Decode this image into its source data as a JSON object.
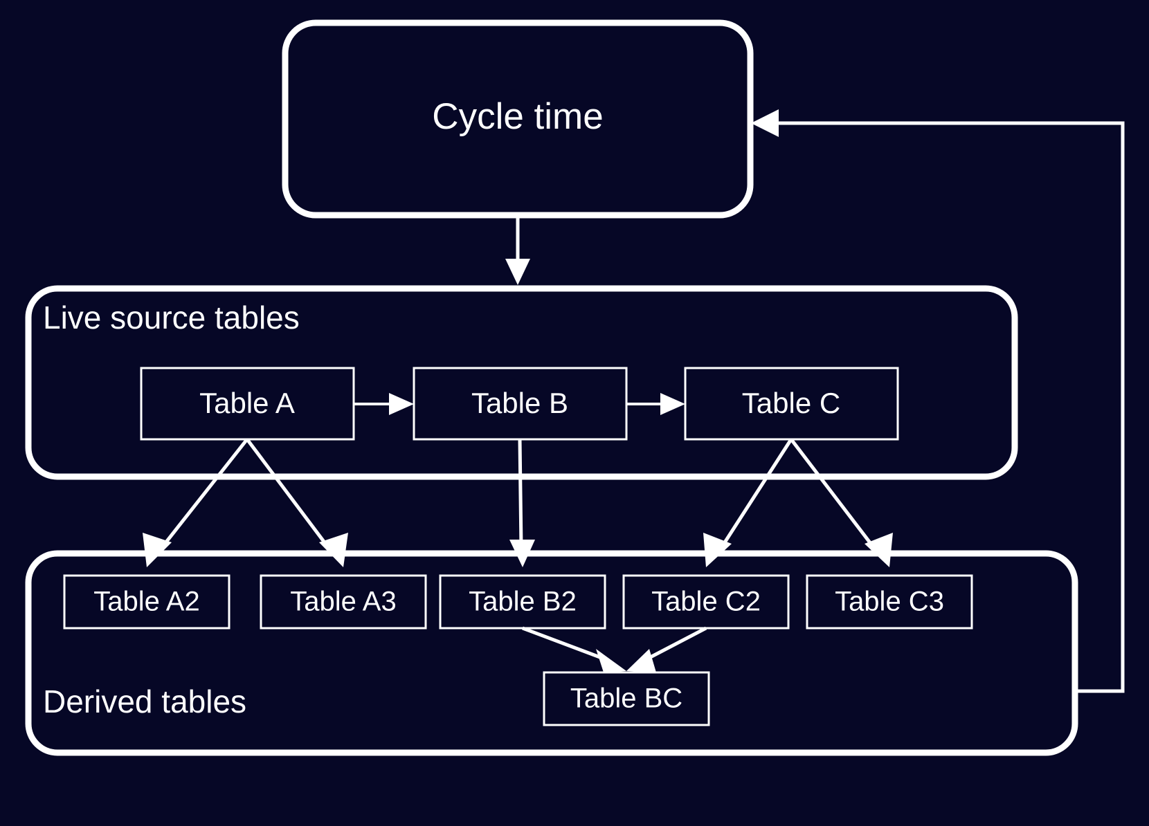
{
  "diagram": {
    "title": "Cycle time",
    "background_color": "#060726",
    "line_color": "#ffffff",
    "cycle_node": {
      "label": "Cycle time"
    },
    "groups": [
      {
        "id": "live-source",
        "label": "Live source tables"
      },
      {
        "id": "derived",
        "label": "Derived tables"
      }
    ],
    "source_tables": [
      {
        "id": "table-a",
        "label": "Table A"
      },
      {
        "id": "table-b",
        "label": "Table B"
      },
      {
        "id": "table-c",
        "label": "Table C"
      }
    ],
    "derived_tables": [
      {
        "id": "table-a2",
        "label": "Table A2"
      },
      {
        "id": "table-a3",
        "label": "Table A3"
      },
      {
        "id": "table-b2",
        "label": "Table B2"
      },
      {
        "id": "table-c2",
        "label": "Table C2"
      },
      {
        "id": "table-c3",
        "label": "Table C3"
      },
      {
        "id": "table-bc",
        "label": "Table BC"
      }
    ],
    "edges": [
      {
        "from": "cycle-time",
        "to": "live-source"
      },
      {
        "from": "table-a",
        "to": "table-b"
      },
      {
        "from": "table-b",
        "to": "table-c"
      },
      {
        "from": "table-a",
        "to": "table-a2"
      },
      {
        "from": "table-a",
        "to": "table-a3"
      },
      {
        "from": "table-b",
        "to": "table-b2"
      },
      {
        "from": "table-c",
        "to": "table-c2"
      },
      {
        "from": "table-c",
        "to": "table-c3"
      },
      {
        "from": "table-b2",
        "to": "table-bc"
      },
      {
        "from": "table-c2",
        "to": "table-bc"
      },
      {
        "from": "derived",
        "to": "cycle-time"
      }
    ]
  }
}
